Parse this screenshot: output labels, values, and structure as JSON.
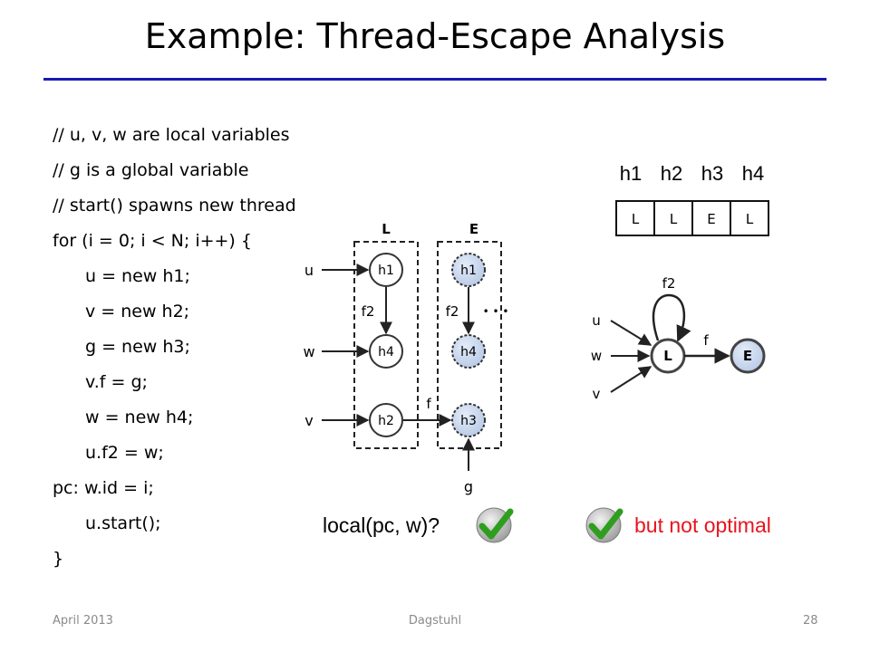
{
  "slide": {
    "title": "Example: Thread-Escape Analysis",
    "code_lines": [
      "// u, v, w are local variables",
      "// g is a global variable",
      "// start() spawns new thread",
      "for (i = 0; i < N; i++) {",
      "u = new h1;",
      "v = new h2;",
      "g = new h3;",
      "v.f = g;",
      "w = new h4;",
      "u.f2 = w;",
      "pc: w.id = i;",
      "u.start();",
      "}"
    ],
    "footer": {
      "left": "April 2013",
      "center": "Dagstuhl",
      "right": "28"
    }
  },
  "heap_diagram": {
    "box_L": "L",
    "box_E": "E",
    "nodes_L": [
      "h1",
      "h4",
      "h2"
    ],
    "nodes_E": [
      "h1",
      "h4",
      "h3"
    ],
    "vars": [
      "u",
      "w",
      "v"
    ],
    "global_var": "g",
    "edge_f2": "f2",
    "edge_f": "f",
    "ellipsis": "• • •"
  },
  "abstraction_table": {
    "headers": [
      "h1",
      "h2",
      "h3",
      "h4"
    ],
    "cells": [
      "L",
      "L",
      "E",
      "L"
    ]
  },
  "state_graph": {
    "node_L": "L",
    "node_E": "E",
    "self_loop_label": "f2",
    "edge_label": "f",
    "inputs": [
      "u",
      "w",
      "v"
    ]
  },
  "checks": {
    "query": "local(pc, w)?",
    "note": "but not optimal",
    "note_color": "#e8141e"
  }
}
